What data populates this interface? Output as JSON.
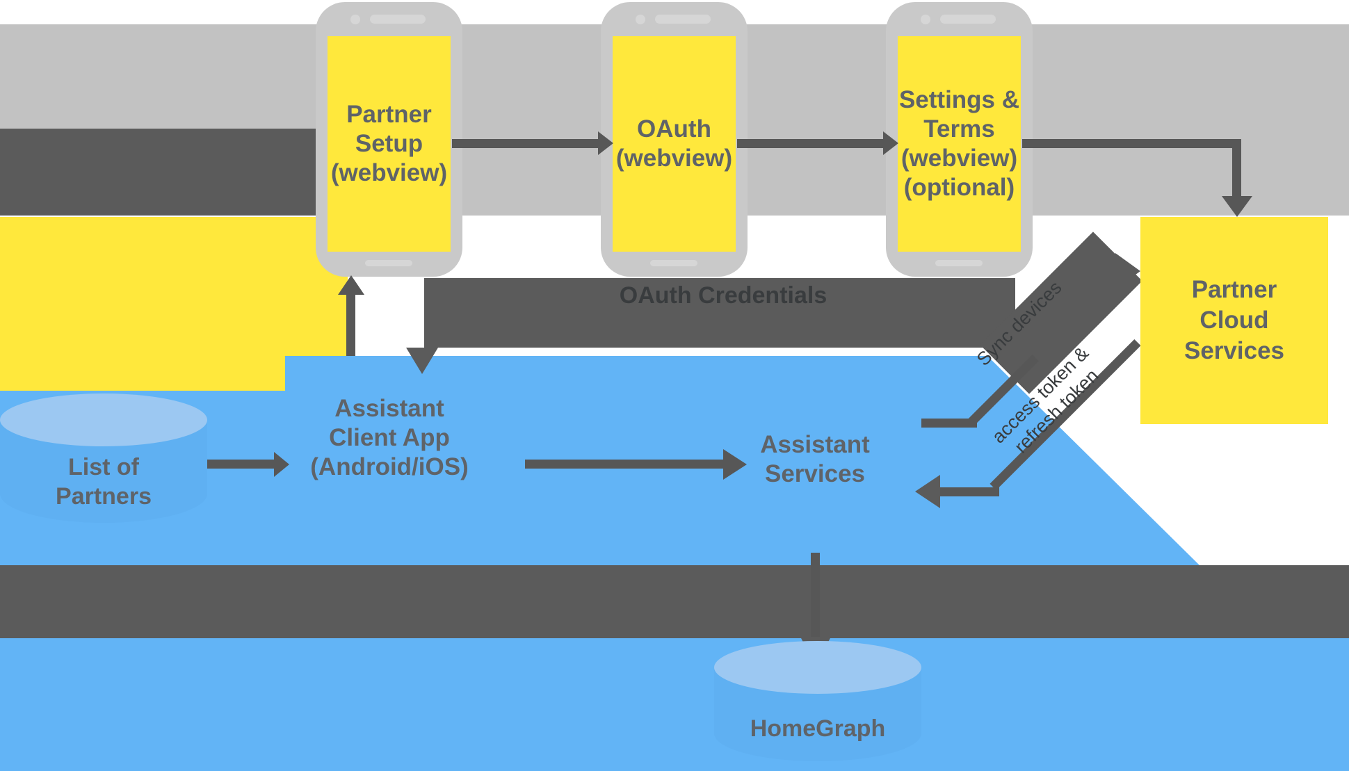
{
  "colors": {
    "yellow": "#FFE83C",
    "blue": "#62B4F6",
    "blue_light": "#9CC8F2",
    "blue_body": "#5FB0F2",
    "gray_backdrop": "#C2C2C2",
    "gray_phone": "#C9C9C9",
    "gray_detail": "#D6D6D6",
    "gray_dark": "#5B5B5B",
    "arrow": "#575757",
    "text": "#5F6368",
    "text_dark": "#393C3E"
  },
  "phones": [
    {
      "lines": [
        "Partner",
        "Setup",
        "(webview)"
      ]
    },
    {
      "lines": [
        "OAuth",
        "(webview)"
      ]
    },
    {
      "lines": [
        "Settings &",
        "Terms",
        "(webview)",
        "(optional)"
      ]
    }
  ],
  "labels": {
    "oauth_credentials": "OAuth Credentials",
    "sync": "Sync devices",
    "token_line1": "access token &",
    "token_line2": "refresh token"
  },
  "nodes": {
    "list_of_partners": {
      "lines": [
        "List of",
        "Partners"
      ]
    },
    "assistant_client_app": {
      "lines": [
        "Assistant",
        "Client App",
        "(Android/iOS)"
      ]
    },
    "assistant_services": {
      "lines": [
        "Assistant",
        "Services"
      ]
    },
    "partner_cloud_services": {
      "lines": [
        "Partner",
        "Cloud",
        "Services"
      ]
    },
    "homegraph": {
      "label": "HomeGraph"
    }
  }
}
